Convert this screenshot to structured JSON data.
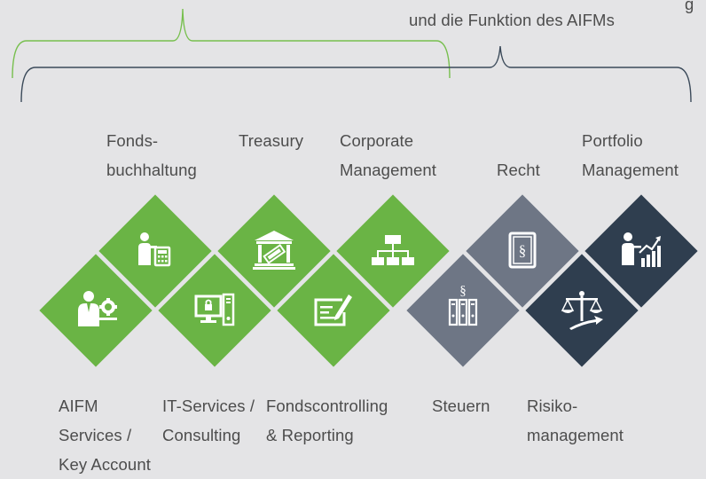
{
  "header": {
    "caption_line2": "und die Funktion des AIFMs",
    "caption_line1_fragment": "g"
  },
  "colors": {
    "green": "#6ab445",
    "grey": "#6e7685",
    "navy": "#2f3e4f",
    "bracket_green": "#77bf4e",
    "bracket_dark": "#3b4a5a",
    "background": "#e4e4e6"
  },
  "services_top": {
    "fondsbuchhaltung": "Fonds-\nbuchhaltung",
    "treasury": "Treasury",
    "corporate_management": "Corporate\nManagement",
    "recht": "Recht",
    "portfolio_management": "Portfolio\nManagement"
  },
  "services_bottom": {
    "aifm_services": "AIFM\nServices /\nKey Account",
    "it_services": "IT-Services /\nConsulting",
    "fondscontrolling": "Fondscontrolling\n& Reporting",
    "steuern": "Steuern",
    "risikomanagement": "Risiko-\nmanagement"
  },
  "icons": {
    "aifm_services": "businessman-gear-icon",
    "fondsbuchhaltung": "presenter-calculator-icon",
    "it_services": "computer-lock-icon",
    "treasury": "bank-money-icon",
    "fondscontrolling": "contract-signing-icon",
    "corporate_management": "org-chart-icon",
    "steuern": "binders-paragraph-icon",
    "recht": "law-book-icon",
    "risikomanagement": "balance-scale-icon",
    "portfolio_management": "presenter-growth-chart-icon"
  },
  "icon_glyphs": {
    "paragraph": "§"
  }
}
